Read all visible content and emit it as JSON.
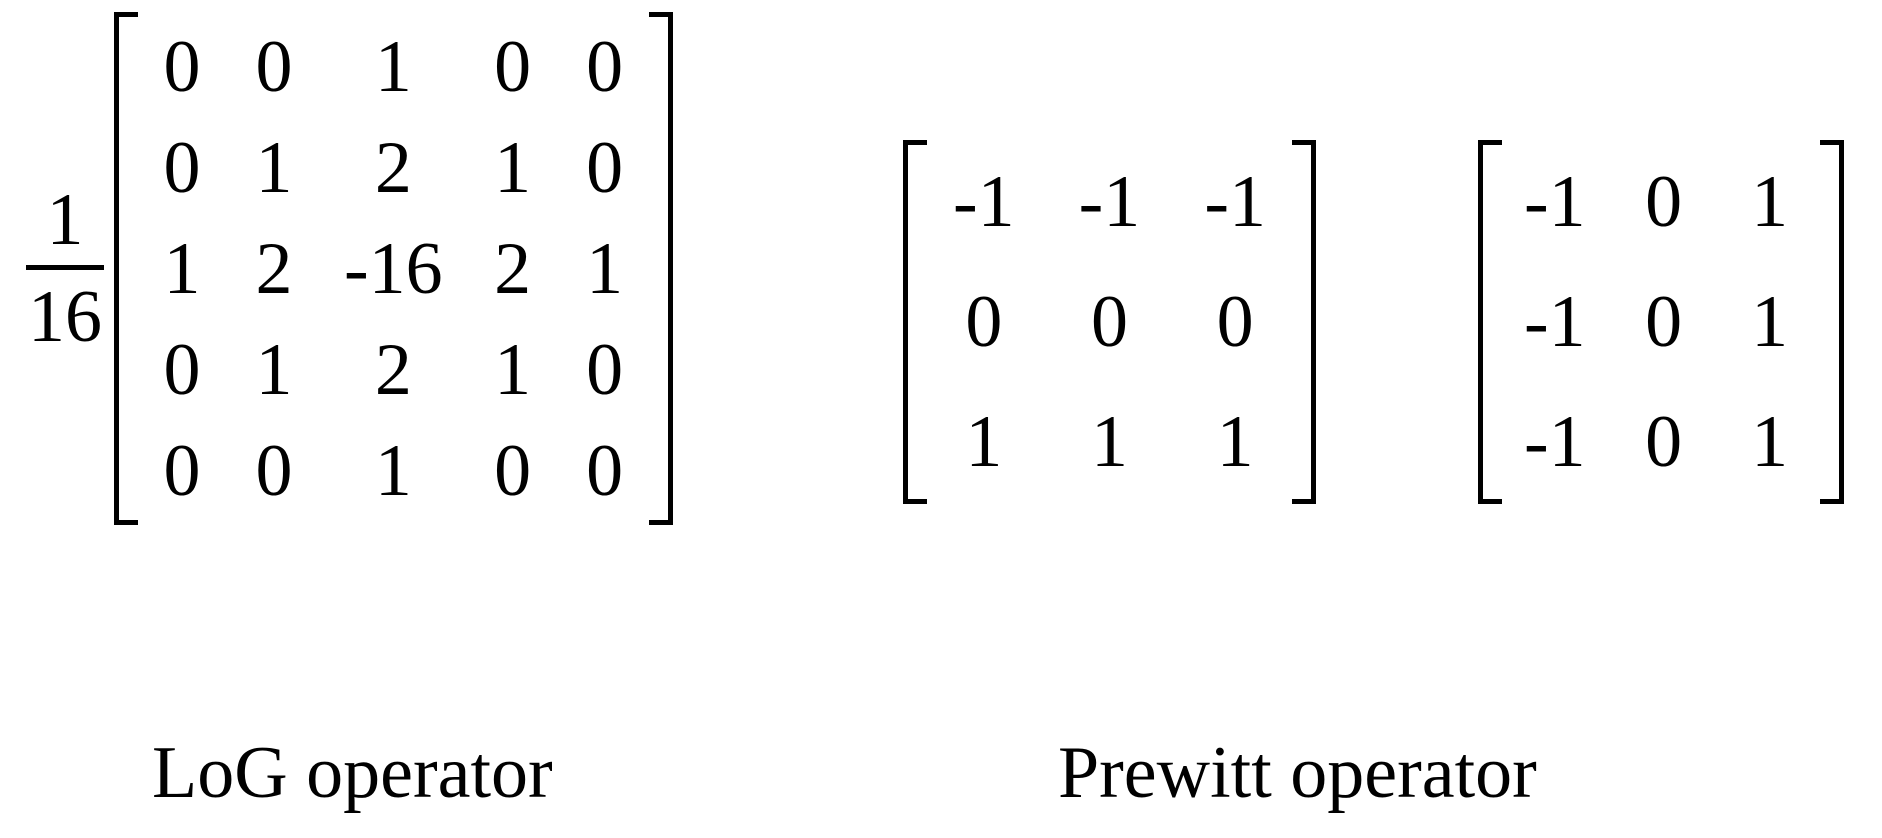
{
  "log": {
    "scalar_numerator": "1",
    "scalar_denominator": "16",
    "matrix": [
      [
        0,
        0,
        1,
        0,
        0
      ],
      [
        0,
        1,
        2,
        1,
        0
      ],
      [
        1,
        2,
        -16,
        2,
        1
      ],
      [
        0,
        1,
        2,
        1,
        0
      ],
      [
        0,
        0,
        1,
        0,
        0
      ]
    ],
    "label": "LoG operator"
  },
  "prewitt": {
    "horizontal_kernel": [
      [
        -1,
        -1,
        -1
      ],
      [
        0,
        0,
        0
      ],
      [
        1,
        1,
        1
      ]
    ],
    "vertical_kernel": [
      [
        -1,
        0,
        1
      ],
      [
        -1,
        0,
        1
      ],
      [
        -1,
        0,
        1
      ]
    ],
    "label": "Prewitt operator"
  },
  "colors": {
    "text": "#000000",
    "background": "#ffffff"
  }
}
